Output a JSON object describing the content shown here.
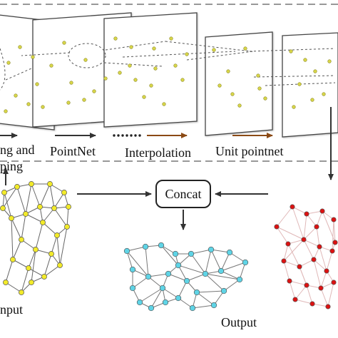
{
  "labels": {
    "sampling_line1": "ng and",
    "sampling_line2": "ping",
    "pointnet": "PointNet",
    "interpolation": "Interpolation",
    "unit_pointnet": "Unit pointnet",
    "concat": "Concat",
    "input": "nput",
    "output": "Output"
  },
  "colors": {
    "input_node": "#f2ea2a",
    "output_node": "#5fd4e6",
    "red_node": "#dd1111",
    "plane_dot": "#d8d64a",
    "arrow_black": "#333333",
    "arrow_brown": "#8b4a14",
    "dash_line": "#777777"
  }
}
